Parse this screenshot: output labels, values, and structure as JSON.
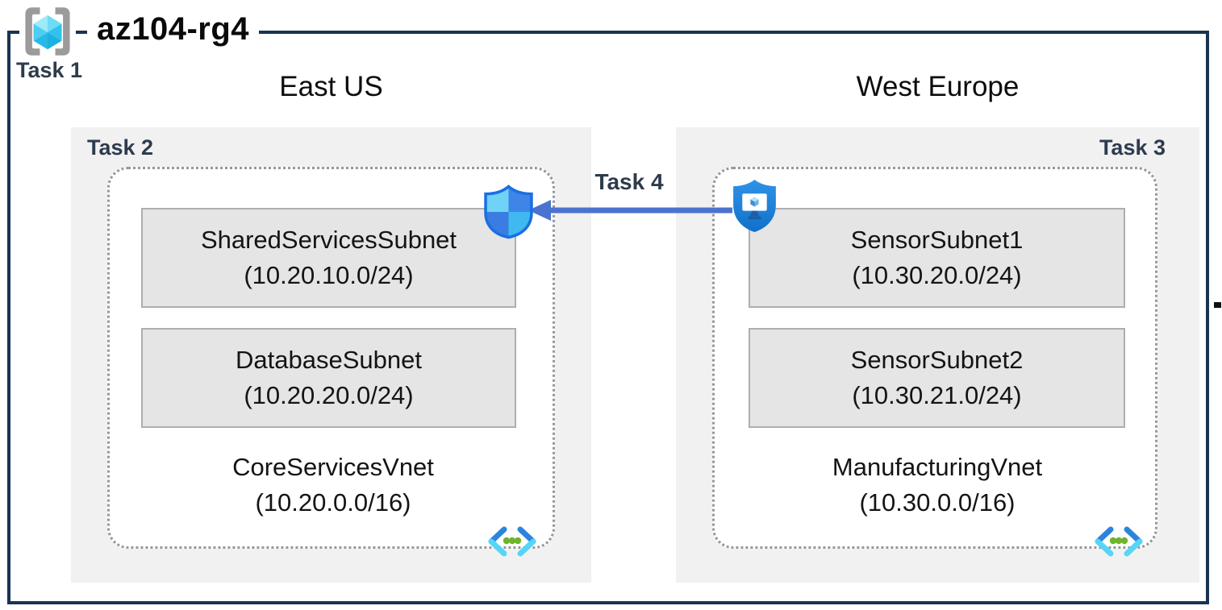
{
  "resource_group": {
    "name": "az104-rg4",
    "task_label": "Task 1"
  },
  "regions": [
    {
      "name": "East US",
      "task_label": "Task 2",
      "vnet": {
        "name": "CoreServicesVnet",
        "cidr": "(10.20.0.0/16)",
        "subnets": [
          {
            "name": "SharedServicesSubnet",
            "cidr": "(10.20.10.0/24)"
          },
          {
            "name": "DatabaseSubnet",
            "cidr": "(10.20.20.0/24)"
          }
        ]
      }
    },
    {
      "name": "West Europe",
      "task_label": "Task 3",
      "vnet": {
        "name": "ManufacturingVnet",
        "cidr": "(10.30.0.0/16)",
        "subnets": [
          {
            "name": "SensorSubnet1",
            "cidr": "(10.30.20.0/24)"
          },
          {
            "name": "SensorSubnet2",
            "cidr": "(10.30.21.0/24)"
          }
        ]
      }
    }
  ],
  "peering": {
    "task_label": "Task 4",
    "direction": "west-europe-to-east-us"
  },
  "icons": {
    "resource_group": "resource-group-icon",
    "network_security": "shield-icon",
    "bastion": "shield-monitor-icon",
    "virtual_network": "vnet-chevrons-icon"
  },
  "colors": {
    "outer_border": "#1a3353",
    "task_text": "#2e3b4d",
    "region_background": "#f1f1f2",
    "subnet_background": "#e5e5e5",
    "subnet_border": "#aeaeae",
    "arrow_blue": "#4a73d0",
    "cube_cyan": "#50d0f0",
    "vnet_dot_green": "#6fb42c"
  }
}
